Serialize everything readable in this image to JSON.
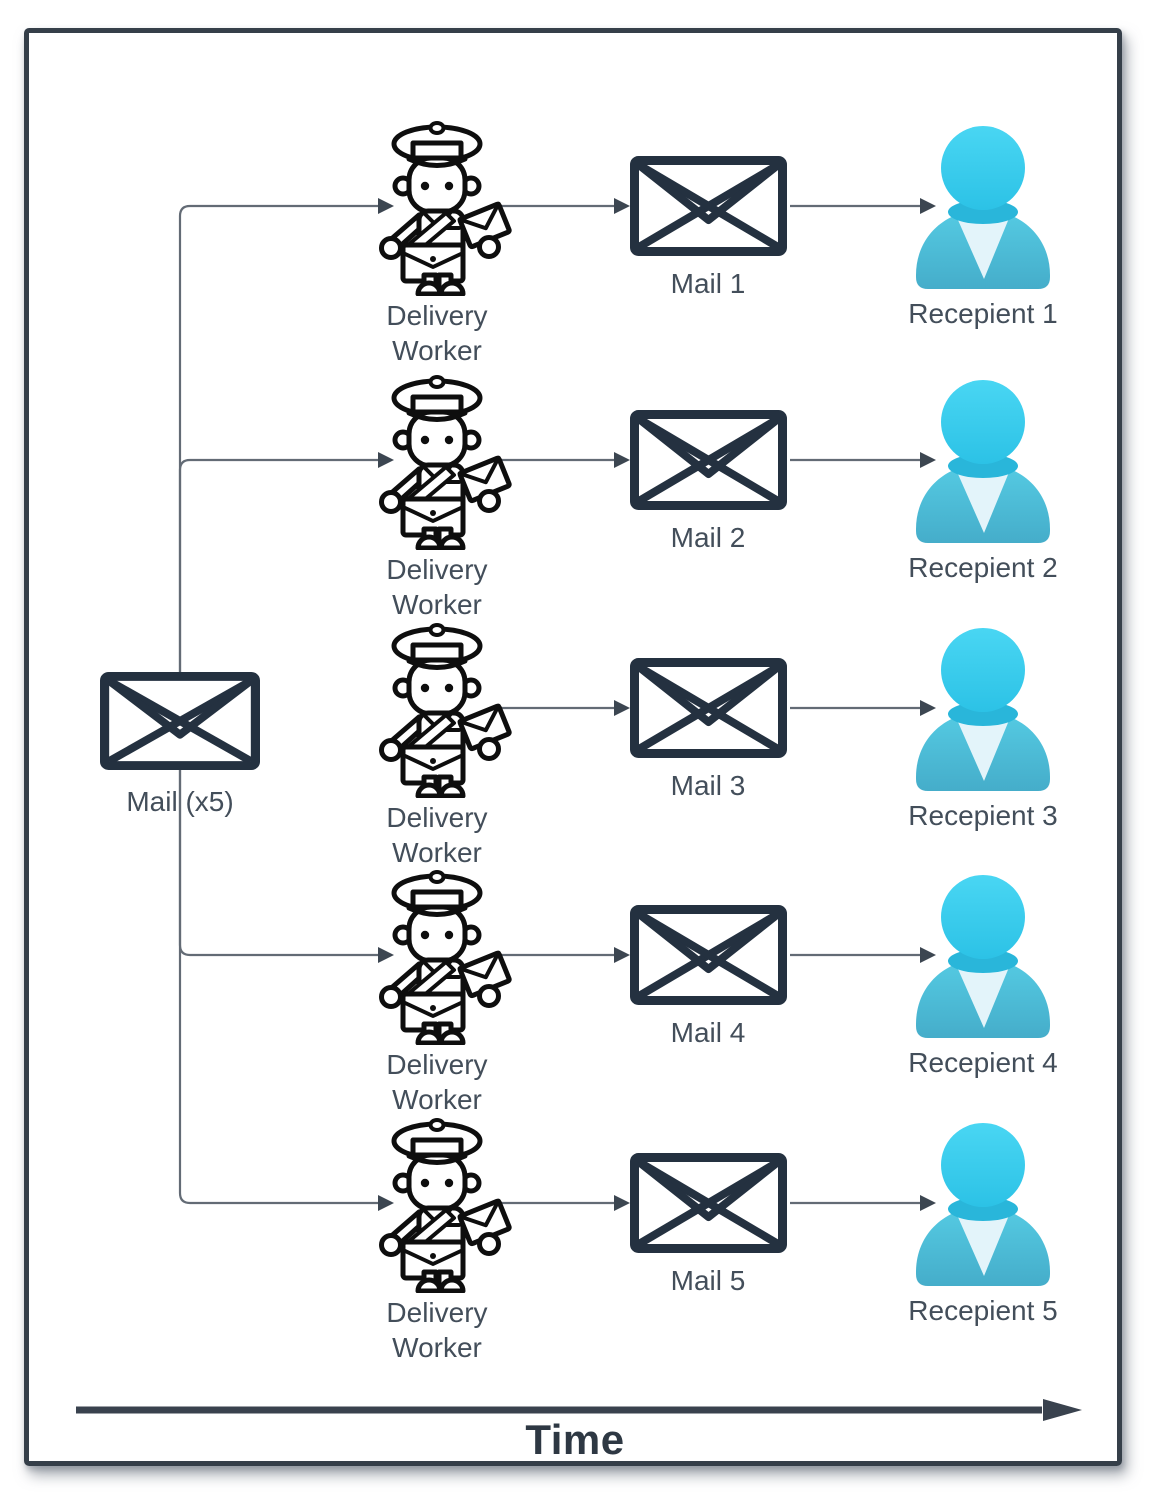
{
  "diagram": {
    "source": {
      "label": "Mail (x5)"
    },
    "rows": [
      {
        "worker_line1": "Delivery",
        "worker_line2": "Worker",
        "mail_label": "Mail 1",
        "recipient_label": "Recepient 1"
      },
      {
        "worker_line1": "Delivery",
        "worker_line2": "Worker",
        "mail_label": "Mail 2",
        "recipient_label": "Recepient 2"
      },
      {
        "worker_line1": "Delivery",
        "worker_line2": "Worker",
        "mail_label": "Mail 3",
        "recipient_label": "Recepient 3"
      },
      {
        "worker_line1": "Delivery",
        "worker_line2": "Worker",
        "mail_label": "Mail 4",
        "recipient_label": "Recepient 4"
      },
      {
        "worker_line1": "Delivery",
        "worker_line2": "Worker",
        "mail_label": "Mail 5",
        "recipient_label": "Recepient 5"
      }
    ],
    "time_label": "Time",
    "icons": {
      "source": "envelope-icon",
      "worker": "postman-icon",
      "mail": "envelope-icon",
      "recipient": "person-icon"
    },
    "colors": {
      "envelope_stroke": "#243140",
      "worker_stroke": "#0e0e0e",
      "person_cyan_head": "#3ecde9",
      "person_cyan_body": "#4bbcd6",
      "person_collar": "#e3f4fa",
      "connector_line": "#636b75",
      "arrowhead": "#3c4651",
      "frame_border": "#353f49",
      "label_text": "#434e5a",
      "time_text": "#2e3843"
    }
  }
}
